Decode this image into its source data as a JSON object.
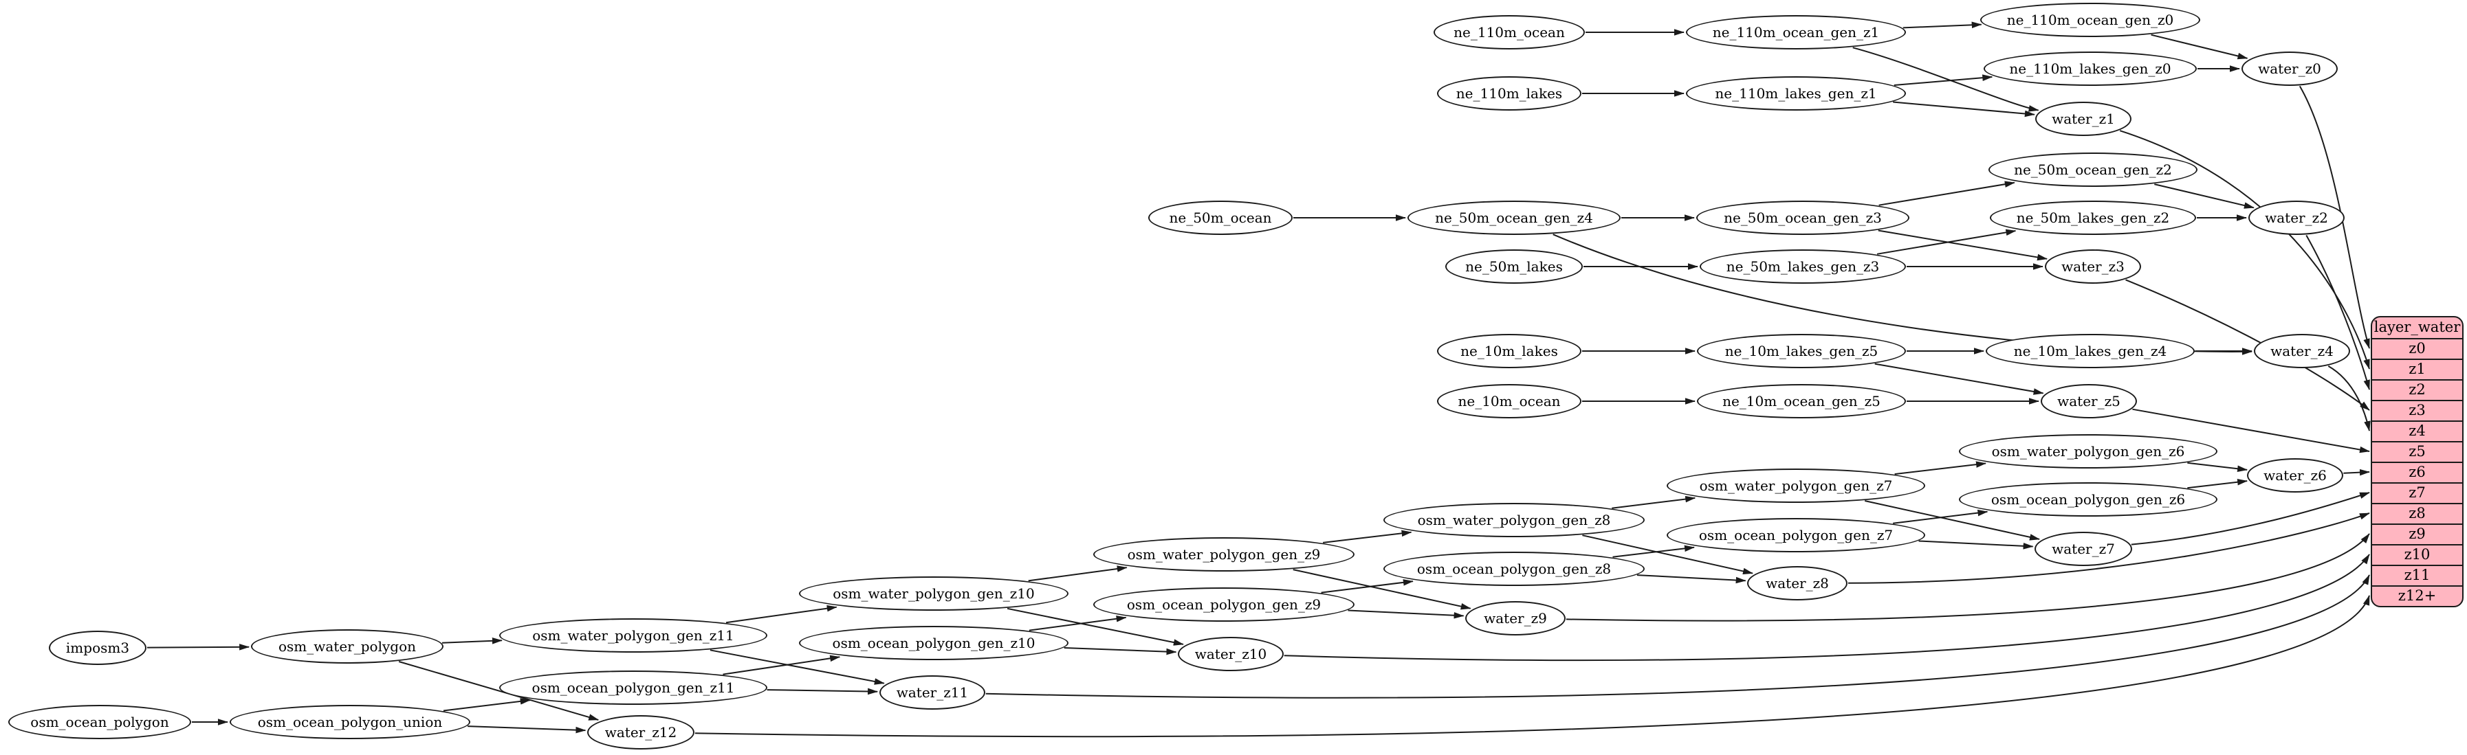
{
  "colors": {
    "background": "#ffffff",
    "node_fill": "#ffffff",
    "stroke": "#1a1a1a",
    "table_fill": "#ffb6c1",
    "text": "#000000"
  },
  "table": {
    "header": "layer_water",
    "rows": [
      "z0",
      "z1",
      "z2",
      "z3",
      "z4",
      "z5",
      "z6",
      "z7",
      "z8",
      "z9",
      "z10",
      "z11",
      "z12+"
    ]
  },
  "graph": {
    "nodes": [
      {
        "id": "imposm3",
        "label": "imposm3"
      },
      {
        "id": "osm_water_polygon",
        "label": "osm_water_polygon"
      },
      {
        "id": "osm_ocean_polygon",
        "label": "osm_ocean_polygon"
      },
      {
        "id": "osm_ocean_polygon_union",
        "label": "osm_ocean_polygon_union"
      },
      {
        "id": "osm_water_polygon_gen_z11",
        "label": "osm_water_polygon_gen_z11"
      },
      {
        "id": "osm_ocean_polygon_gen_z11",
        "label": "osm_ocean_polygon_gen_z11"
      },
      {
        "id": "osm_water_polygon_gen_z10",
        "label": "osm_water_polygon_gen_z10"
      },
      {
        "id": "osm_ocean_polygon_gen_z10",
        "label": "osm_ocean_polygon_gen_z10"
      },
      {
        "id": "osm_water_polygon_gen_z9",
        "label": "osm_water_polygon_gen_z9"
      },
      {
        "id": "osm_ocean_polygon_gen_z9",
        "label": "osm_ocean_polygon_gen_z9"
      },
      {
        "id": "osm_water_polygon_gen_z8",
        "label": "osm_water_polygon_gen_z8"
      },
      {
        "id": "osm_ocean_polygon_gen_z8",
        "label": "osm_ocean_polygon_gen_z8"
      },
      {
        "id": "osm_water_polygon_gen_z7",
        "label": "osm_water_polygon_gen_z7"
      },
      {
        "id": "osm_ocean_polygon_gen_z7",
        "label": "osm_ocean_polygon_gen_z7"
      },
      {
        "id": "osm_water_polygon_gen_z6",
        "label": "osm_water_polygon_gen_z6"
      },
      {
        "id": "osm_ocean_polygon_gen_z6",
        "label": "osm_ocean_polygon_gen_z6"
      },
      {
        "id": "water_z12",
        "label": "water_z12"
      },
      {
        "id": "water_z11",
        "label": "water_z11"
      },
      {
        "id": "water_z10",
        "label": "water_z10"
      },
      {
        "id": "water_z9",
        "label": "water_z9"
      },
      {
        "id": "water_z8",
        "label": "water_z8"
      },
      {
        "id": "water_z7",
        "label": "water_z7"
      },
      {
        "id": "water_z6",
        "label": "water_z6"
      },
      {
        "id": "ne_10m_lakes",
        "label": "ne_10m_lakes"
      },
      {
        "id": "ne_10m_lakes_gen_z5",
        "label": "ne_10m_lakes_gen_z5"
      },
      {
        "id": "ne_10m_lakes_gen_z4",
        "label": "ne_10m_lakes_gen_z4"
      },
      {
        "id": "ne_10m_ocean",
        "label": "ne_10m_ocean"
      },
      {
        "id": "ne_10m_ocean_gen_z5",
        "label": "ne_10m_ocean_gen_z5"
      },
      {
        "id": "water_z5",
        "label": "water_z5"
      },
      {
        "id": "water_z4",
        "label": "water_z4"
      },
      {
        "id": "ne_50m_ocean",
        "label": "ne_50m_ocean"
      },
      {
        "id": "ne_50m_ocean_gen_z4",
        "label": "ne_50m_ocean_gen_z4"
      },
      {
        "id": "ne_50m_ocean_gen_z3",
        "label": "ne_50m_ocean_gen_z3"
      },
      {
        "id": "ne_50m_ocean_gen_z2",
        "label": "ne_50m_ocean_gen_z2"
      },
      {
        "id": "ne_50m_lakes",
        "label": "ne_50m_lakes"
      },
      {
        "id": "ne_50m_lakes_gen_z3",
        "label": "ne_50m_lakes_gen_z3"
      },
      {
        "id": "ne_50m_lakes_gen_z2",
        "label": "ne_50m_lakes_gen_z2"
      },
      {
        "id": "water_z3",
        "label": "water_z3"
      },
      {
        "id": "water_z2",
        "label": "water_z2"
      },
      {
        "id": "ne_110m_ocean",
        "label": "ne_110m_ocean"
      },
      {
        "id": "ne_110m_ocean_gen_z1",
        "label": "ne_110m_ocean_gen_z1"
      },
      {
        "id": "ne_110m_ocean_gen_z0",
        "label": "ne_110m_ocean_gen_z0"
      },
      {
        "id": "ne_110m_lakes",
        "label": "ne_110m_lakes"
      },
      {
        "id": "ne_110m_lakes_gen_z1",
        "label": "ne_110m_lakes_gen_z1"
      },
      {
        "id": "ne_110m_lakes_gen_z0",
        "label": "ne_110m_lakes_gen_z0"
      },
      {
        "id": "water_z1",
        "label": "water_z1"
      },
      {
        "id": "water_z0",
        "label": "water_z0"
      }
    ],
    "edges": [
      {
        "from": "ne_110m_ocean",
        "to": "ne_110m_ocean_gen_z1"
      },
      {
        "from": "ne_110m_ocean_gen_z1",
        "to": "ne_110m_ocean_gen_z0"
      },
      {
        "from": "ne_110m_ocean_gen_z1",
        "to": "water_z1"
      },
      {
        "from": "ne_110m_ocean_gen_z0",
        "to": "water_z0"
      },
      {
        "from": "ne_110m_lakes",
        "to": "ne_110m_lakes_gen_z1"
      },
      {
        "from": "ne_110m_lakes_gen_z1",
        "to": "ne_110m_lakes_gen_z0"
      },
      {
        "from": "ne_110m_lakes_gen_z1",
        "to": "water_z1"
      },
      {
        "from": "ne_110m_lakes_gen_z0",
        "to": "water_z0"
      },
      {
        "from": "water_z0",
        "to": "row:z0"
      },
      {
        "from": "water_z1",
        "to": "row:z1"
      },
      {
        "from": "ne_50m_ocean",
        "to": "ne_50m_ocean_gen_z4"
      },
      {
        "from": "ne_50m_ocean_gen_z4",
        "to": "ne_50m_ocean_gen_z3"
      },
      {
        "from": "ne_50m_ocean_gen_z4",
        "to": "water_z4"
      },
      {
        "from": "ne_50m_ocean_gen_z3",
        "to": "ne_50m_ocean_gen_z2"
      },
      {
        "from": "ne_50m_ocean_gen_z3",
        "to": "water_z3"
      },
      {
        "from": "ne_50m_ocean_gen_z2",
        "to": "water_z2"
      },
      {
        "from": "ne_50m_lakes",
        "to": "ne_50m_lakes_gen_z3"
      },
      {
        "from": "ne_50m_lakes_gen_z3",
        "to": "ne_50m_lakes_gen_z2"
      },
      {
        "from": "ne_50m_lakes_gen_z3",
        "to": "water_z3"
      },
      {
        "from": "ne_50m_lakes_gen_z2",
        "to": "water_z2"
      },
      {
        "from": "water_z2",
        "to": "row:z2"
      },
      {
        "from": "water_z3",
        "to": "row:z3"
      },
      {
        "from": "ne_10m_lakes",
        "to": "ne_10m_lakes_gen_z5"
      },
      {
        "from": "ne_10m_lakes_gen_z5",
        "to": "ne_10m_lakes_gen_z4"
      },
      {
        "from": "ne_10m_lakes_gen_z5",
        "to": "water_z5"
      },
      {
        "from": "ne_10m_lakes_gen_z4",
        "to": "water_z4"
      },
      {
        "from": "ne_10m_ocean",
        "to": "ne_10m_ocean_gen_z5"
      },
      {
        "from": "ne_10m_ocean_gen_z5",
        "to": "water_z5"
      },
      {
        "from": "water_z4",
        "to": "row:z4"
      },
      {
        "from": "water_z5",
        "to": "row:z5"
      },
      {
        "from": "imposm3",
        "to": "osm_water_polygon"
      },
      {
        "from": "osm_water_polygon",
        "to": "osm_water_polygon_gen_z11"
      },
      {
        "from": "osm_water_polygon",
        "to": "water_z12"
      },
      {
        "from": "osm_ocean_polygon",
        "to": "osm_ocean_polygon_union"
      },
      {
        "from": "osm_ocean_polygon_union",
        "to": "osm_ocean_polygon_gen_z11"
      },
      {
        "from": "osm_ocean_polygon_union",
        "to": "water_z12"
      },
      {
        "from": "osm_water_polygon_gen_z11",
        "to": "osm_water_polygon_gen_z10"
      },
      {
        "from": "osm_water_polygon_gen_z11",
        "to": "water_z11"
      },
      {
        "from": "osm_ocean_polygon_gen_z11",
        "to": "osm_ocean_polygon_gen_z10"
      },
      {
        "from": "osm_ocean_polygon_gen_z11",
        "to": "water_z11"
      },
      {
        "from": "osm_water_polygon_gen_z10",
        "to": "osm_water_polygon_gen_z9"
      },
      {
        "from": "osm_water_polygon_gen_z10",
        "to": "water_z10"
      },
      {
        "from": "osm_ocean_polygon_gen_z10",
        "to": "osm_ocean_polygon_gen_z9"
      },
      {
        "from": "osm_ocean_polygon_gen_z10",
        "to": "water_z10"
      },
      {
        "from": "osm_water_polygon_gen_z9",
        "to": "osm_water_polygon_gen_z8"
      },
      {
        "from": "osm_water_polygon_gen_z9",
        "to": "water_z9"
      },
      {
        "from": "osm_ocean_polygon_gen_z9",
        "to": "osm_ocean_polygon_gen_z8"
      },
      {
        "from": "osm_ocean_polygon_gen_z9",
        "to": "water_z9"
      },
      {
        "from": "osm_water_polygon_gen_z8",
        "to": "osm_water_polygon_gen_z7"
      },
      {
        "from": "osm_water_polygon_gen_z8",
        "to": "water_z8"
      },
      {
        "from": "osm_ocean_polygon_gen_z8",
        "to": "osm_ocean_polygon_gen_z7"
      },
      {
        "from": "osm_ocean_polygon_gen_z8",
        "to": "water_z8"
      },
      {
        "from": "osm_water_polygon_gen_z7",
        "to": "osm_water_polygon_gen_z6"
      },
      {
        "from": "osm_water_polygon_gen_z7",
        "to": "water_z7"
      },
      {
        "from": "osm_ocean_polygon_gen_z7",
        "to": "osm_ocean_polygon_gen_z6"
      },
      {
        "from": "osm_ocean_polygon_gen_z7",
        "to": "water_z7"
      },
      {
        "from": "osm_water_polygon_gen_z6",
        "to": "water_z6"
      },
      {
        "from": "osm_ocean_polygon_gen_z6",
        "to": "water_z6"
      },
      {
        "from": "water_z6",
        "to": "row:z6"
      },
      {
        "from": "water_z7",
        "to": "row:z7"
      },
      {
        "from": "water_z8",
        "to": "row:z8"
      },
      {
        "from": "water_z9",
        "to": "row:z9"
      },
      {
        "from": "water_z10",
        "to": "row:z10"
      },
      {
        "from": "water_z11",
        "to": "row:z11"
      },
      {
        "from": "water_z12",
        "to": "row:z12+"
      }
    ]
  }
}
